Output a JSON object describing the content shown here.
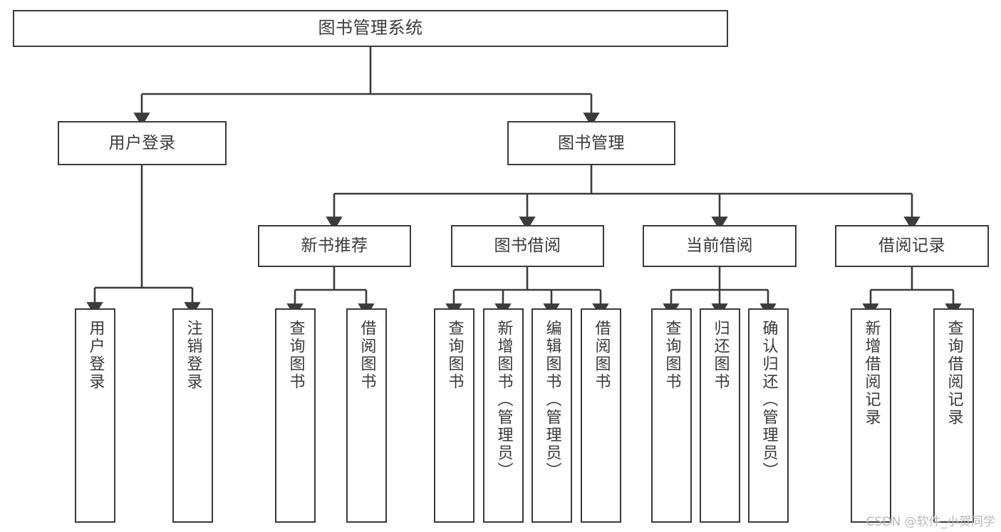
{
  "diagram": {
    "type": "tree",
    "title": "图书管理系统",
    "watermark": "CSDN @软件_小贺同学",
    "colors": {
      "box_stroke": "#3b3b3b",
      "box_fill": "#ffffff",
      "edge": "#3b3b3b",
      "text": "#3a3a3a",
      "watermark": "#b9b9b9",
      "background": "#ffffff"
    },
    "nodes": {
      "root": {
        "label": "图书管理系统"
      },
      "level2": [
        {
          "id": "user-login",
          "label": "用户登录"
        },
        {
          "id": "book-manage",
          "label": "图书管理"
        }
      ],
      "level3": [
        {
          "id": "new-book-recommend",
          "label": "新书推荐"
        },
        {
          "id": "book-borrow",
          "label": "图书借阅"
        },
        {
          "id": "current-borrow",
          "label": "当前借阅"
        },
        {
          "id": "borrow-record",
          "label": "借阅记录"
        }
      ],
      "leaves": {
        "user-login": [
          {
            "id": "leaf-user-login",
            "label": "用户登录"
          },
          {
            "id": "leaf-logout-login",
            "label": "注销登录"
          }
        ],
        "new-book-recommend": [
          {
            "id": "leaf-query-book-1",
            "label": "查询图书"
          },
          {
            "id": "leaf-borrow-book-1",
            "label": "借阅图书"
          }
        ],
        "book-borrow": [
          {
            "id": "leaf-query-book-2",
            "label": "查询图书"
          },
          {
            "id": "leaf-add-book",
            "label": "新增图书（管理员）"
          },
          {
            "id": "leaf-edit-book",
            "label": "编辑图书（管理员）"
          },
          {
            "id": "leaf-borrow-book-2",
            "label": "借阅图书"
          }
        ],
        "current-borrow": [
          {
            "id": "leaf-query-book-3",
            "label": "查询图书"
          },
          {
            "id": "leaf-return-book",
            "label": "归还图书"
          },
          {
            "id": "leaf-confirm-return",
            "label": "确认归还（管理员）"
          }
        ],
        "borrow-record": [
          {
            "id": "leaf-add-record",
            "label": "新增借阅记录"
          },
          {
            "id": "leaf-query-record",
            "label": "查询借阅记录"
          }
        ]
      }
    }
  }
}
